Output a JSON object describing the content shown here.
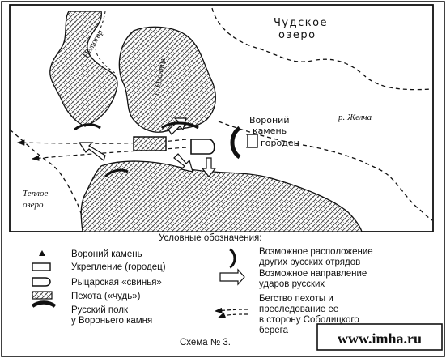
{
  "map": {
    "lake_chudskoe": [
      "Чудское",
      "озеро"
    ],
    "lake_teploe": [
      "Теплое",
      "озеро"
    ],
    "river_pelyugor": "Пелюгор",
    "island_olkhovets": "о. Озолица",
    "river_zhelcha": "р. Желча",
    "voroniy_kamen": [
      "Вороний",
      "камень"
    ],
    "gorodets": "городец"
  },
  "legend": {
    "title": "Условные обозначения:",
    "left_items": [
      {
        "icon": "triangle-icon",
        "lines": [
          "Вороний камень"
        ]
      },
      {
        "icon": "fortification-icon",
        "lines": [
          "Укрепление (городец)"
        ]
      },
      {
        "icon": "knight-wedge-icon",
        "lines": [
          "Рыцарская «свинья»"
        ]
      },
      {
        "icon": "infantry-hatch-icon",
        "lines": [
          "Пехота («чудь»)"
        ]
      },
      {
        "icon": "regiment-arc-icon",
        "lines": [
          "Русский полк",
          "у Вороньего камня"
        ]
      }
    ],
    "right_items": [
      {
        "icon": "reserve-arc-icon",
        "lines": [
          "Возможное расположение",
          "других русских отрядов"
        ]
      },
      {
        "icon": "strike-arrow-icon",
        "lines": [
          "Возможное направление",
          "ударов русских"
        ]
      },
      {
        "icon": "flight-arrow-icon",
        "lines": [
          "Бегство пехоты и",
          "преследование ее",
          "в сторону Соболицкого",
          "берега"
        ]
      }
    ]
  },
  "caption": "Схема № 3.",
  "watermark": "www.imha.ru",
  "colors": {
    "ink": "#111111",
    "paper": "#ffffff"
  }
}
